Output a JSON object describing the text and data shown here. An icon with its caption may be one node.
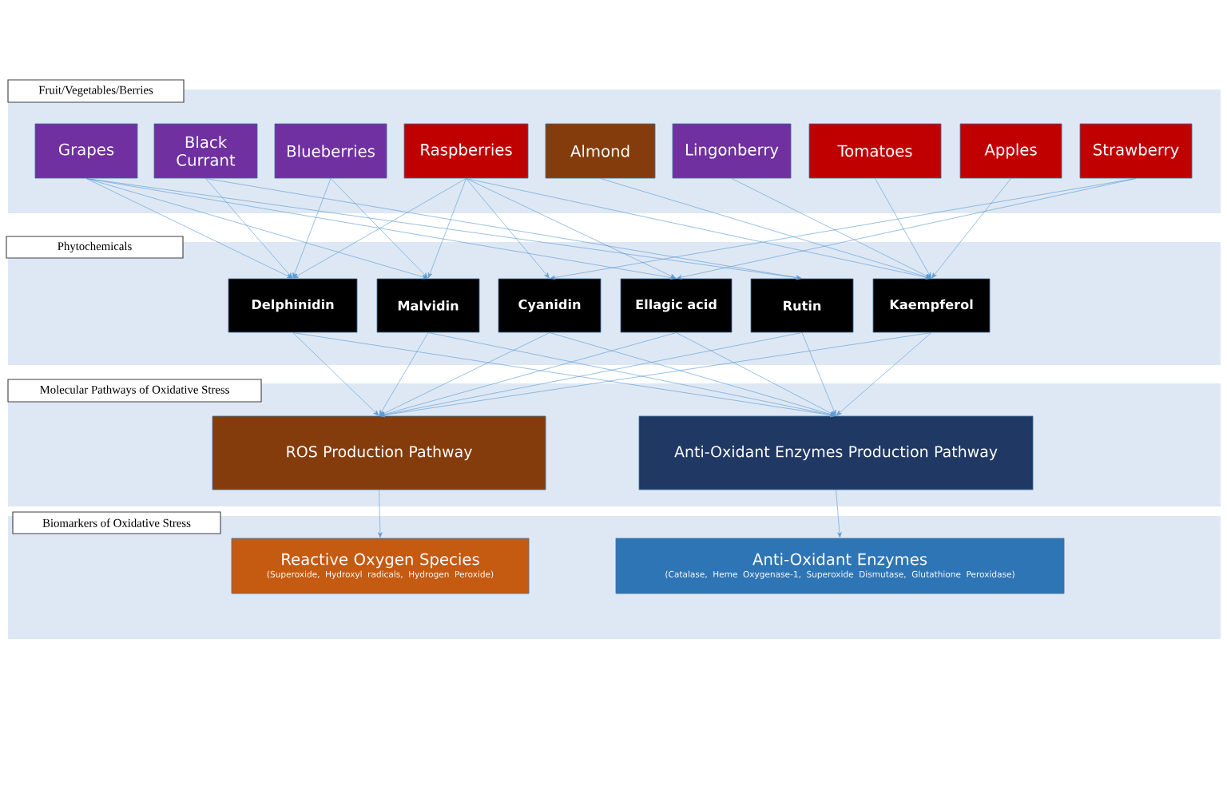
{
  "diagram": {
    "nodes": [
      {
        "text": [
          "Fruit/Vegetables/Berries"
        ]
      },
      {
        "text": [
          "Grapes"
        ],
        "in": 0
      },
      {
        "text": [
          "Black Currant"
        ],
        "in": 0
      },
      {
        "text": [
          "Blueberries"
        ],
        "in": 0
      },
      {
        "text": [
          "Raspberries"
        ],
        "in": 0
      },
      {
        "text": [
          "Almond"
        ],
        "in": 0
      },
      {
        "text": [
          "Lingonberry"
        ],
        "in": 0
      },
      {
        "text": [
          "Tomatoes"
        ],
        "in": 0
      },
      {
        "text": [
          "Apples"
        ],
        "in": 0
      },
      {
        "text": [
          "Strawberry"
        ],
        "in": 0
      },
      {
        "text": [
          "Phytochemicals"
        ]
      },
      {
        "text": [
          "Delphinidin"
        ],
        "in": 10
      },
      {
        "text": [
          "Malvidin"
        ],
        "in": 10
      },
      {
        "text": [
          "Cyanidin"
        ],
        "in": 10
      },
      {
        "text": [
          "Ellagic acid"
        ],
        "in": 10
      },
      {
        "text": [
          "Rutin"
        ],
        "in": 10
      },
      {
        "text": [
          "Kaempferol"
        ],
        "in": 10
      },
      {
        "text": [
          "Molecular Pathways of Oxidative Stress"
        ]
      },
      {
        "text": [
          "ROS Production Pathway"
        ],
        "in": 17
      },
      {
        "text": [
          "Anti-Oxidant Enzymes Production Pathway"
        ],
        "in": 17
      },
      {
        "text": [
          "Biomarkers of Oxidative Stress"
        ]
      },
      {
        "text": [
          "Reactive Oxygen Species",
          "(Superoxide, Hydroxyl radicals, Hydrogen Peroxide)"
        ],
        "in": 20
      },
      {
        "text": [
          "Anti-Oxidant Enzymes",
          "(Catalase, Heme Oxygenase-1, Superoxide Dismutase, Glutathione Peroxidase)"
        ],
        "in": 20
      }
    ],
    "edges": [
      {
        "from": 1,
        "to": 11,
        "arrow": "to"
      },
      {
        "from": 1,
        "to": 12,
        "arrow": "to"
      },
      {
        "from": 1,
        "to": 14,
        "arrow": "to"
      },
      {
        "from": 1,
        "to": 15,
        "arrow": "to"
      },
      {
        "from": 2,
        "to": 11,
        "arrow": "to"
      },
      {
        "from": 2,
        "to": 15,
        "arrow": "to"
      },
      {
        "from": 3,
        "to": 11,
        "arrow": "to"
      },
      {
        "from": 3,
        "to": 12,
        "arrow": "to"
      },
      {
        "from": 4,
        "to": 11,
        "arrow": "to"
      },
      {
        "from": 4,
        "to": 12,
        "arrow": "to"
      },
      {
        "from": 4,
        "to": 13,
        "arrow": "to"
      },
      {
        "from": 4,
        "to": 14,
        "arrow": "to"
      },
      {
        "from": 4,
        "to": 16,
        "arrow": "to"
      },
      {
        "from": 5,
        "to": 16,
        "arrow": "to"
      },
      {
        "from": 6,
        "to": 16,
        "arrow": "to"
      },
      {
        "from": 7,
        "to": 16,
        "arrow": "to"
      },
      {
        "from": 8,
        "to": 16,
        "arrow": "to"
      },
      {
        "from": 9,
        "to": 13,
        "arrow": "to"
      },
      {
        "from": 9,
        "to": 14,
        "arrow": "to"
      },
      {
        "from": 11,
        "to": 18,
        "arrow": "to"
      },
      {
        "from": 11,
        "to": 19,
        "arrow": "to"
      },
      {
        "from": 12,
        "to": 18,
        "arrow": "to"
      },
      {
        "from": 12,
        "to": 19,
        "arrow": "to"
      },
      {
        "from": 13,
        "to": 18,
        "arrow": "to"
      },
      {
        "from": 13,
        "to": 19,
        "arrow": "to"
      },
      {
        "from": 14,
        "to": 18,
        "arrow": "to"
      },
      {
        "from": 14,
        "to": 19,
        "arrow": "to"
      },
      {
        "from": 15,
        "to": 18,
        "arrow": "to"
      },
      {
        "from": 15,
        "to": 19,
        "arrow": "to"
      },
      {
        "from": 16,
        "to": 18,
        "arrow": "to"
      },
      {
        "from": 16,
        "to": 19,
        "arrow": "to"
      },
      {
        "from": 18,
        "to": 21,
        "arrow": "to"
      },
      {
        "from": 19,
        "to": 22,
        "arrow": "to"
      }
    ]
  }
}
